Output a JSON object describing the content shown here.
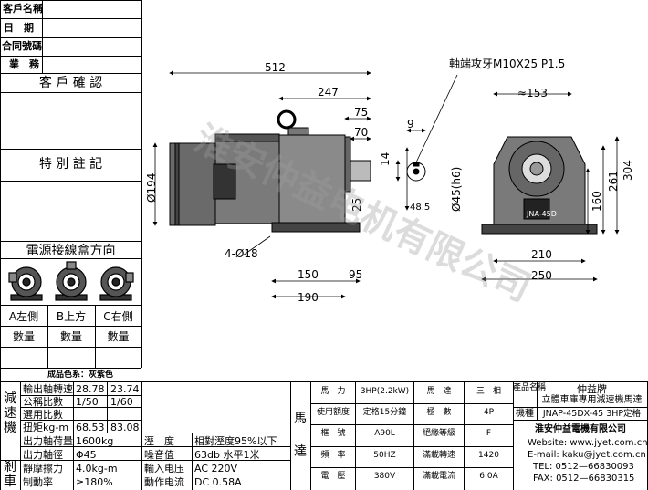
{
  "left_header": {
    "customer_name": "客戶名稱",
    "date": "日　期",
    "contract_no": "合同號碼",
    "business": "業　務",
    "customer_confirm": "客 戶 確 認",
    "special_note": "特 別 註 記",
    "junction_box_title": "電源接線盒方向",
    "dir_a": "A左側",
    "dir_b": "B上方",
    "dir_c": "C右側",
    "qty": "數量"
  },
  "drawing": {
    "dims": {
      "d512": "512",
      "d247": "247",
      "d75": "75",
      "d70": "70",
      "d9": "9",
      "d14": "14",
      "d25": "25",
      "d48_5": "48.5",
      "d45": "Ø45(h6)",
      "d194": "Ø194",
      "d4_18": "4-Ø18",
      "d150": "150",
      "d95": "95",
      "d190": "190",
      "d153": "≈153",
      "d304": "304",
      "d261": "261",
      "d160": "160",
      "d210": "210",
      "d250": "250"
    },
    "shaft_note": "軸端攻牙M10X25 P1.5",
    "plate_text": "JNA-45D",
    "watermark": "淮安仲益电机有限公司"
  },
  "color_note": "成品色系：灰紫色",
  "reducer": {
    "side_label": [
      "減",
      "速",
      "機"
    ],
    "output_speed_label": "輸出軸轉速",
    "output_speed": [
      "28.78",
      "23.74"
    ],
    "nominal_ratio_label": "公稱比數",
    "nominal_ratio": [
      "1/50",
      "1/60"
    ],
    "used_ratio_label": "選用比數",
    "used_ratio": [
      "",
      ""
    ],
    "torque_label": "扭矩kg-m",
    "torque": [
      "68.53",
      "83.08"
    ],
    "output_load_label": "出力軸荷量",
    "output_load": "1600kg",
    "humidity_label": "溼　度",
    "humidity": "相對溼度95%以下",
    "output_dia_label": "出力軸徑",
    "output_dia": "Φ45",
    "noise_label": "噪音值",
    "noise": "63db 水平1米"
  },
  "brake": {
    "side_label": [
      "剎",
      "車"
    ],
    "static_torque_label": "靜摩擦力",
    "static_torque": "4.0kg-m",
    "input_voltage_label": "輸入电压",
    "input_voltage": "AC 220V",
    "braking_ratio_label": "制動率",
    "braking_ratio": "≥180%",
    "action_current_label": "動作电流",
    "action_current": "DC 0.58A"
  },
  "motor": {
    "side_label": [
      "馬",
      "達"
    ],
    "rows": [
      {
        "k1": "馬　力",
        "v1": "3HP(2.2kW)",
        "k2": "馬　達",
        "v2": "三　相"
      },
      {
        "k1": "使用額度",
        "v1": "定格15分鐘",
        "k2": "極　數",
        "v2": "4P"
      },
      {
        "k1": "框　號",
        "v1": "A90L",
        "k2": "絕緣等級",
        "v2": "F"
      },
      {
        "k1": "頻　率",
        "v1": "50HZ",
        "k2": "滿載轉速",
        "v2": "1420"
      },
      {
        "k1": "電　壓",
        "v1": "380V",
        "k2": "滿載電流",
        "v2": "6.0A"
      }
    ]
  },
  "product": {
    "name_label": "產品名稱",
    "brand": "仲益牌",
    "name_value": "立體車庫專用減速機馬達",
    "model_label": "機種",
    "model": "JNAP-45DX-45 3HP定格",
    "company": "淮安仲益電機有限公司",
    "website": "Website: www.jyet.com.cn",
    "email": "E-mail: kaku@jyet.com.cn",
    "tel": "TEL: 0512—66830093",
    "fax": "FAX: 0512—66830315"
  }
}
